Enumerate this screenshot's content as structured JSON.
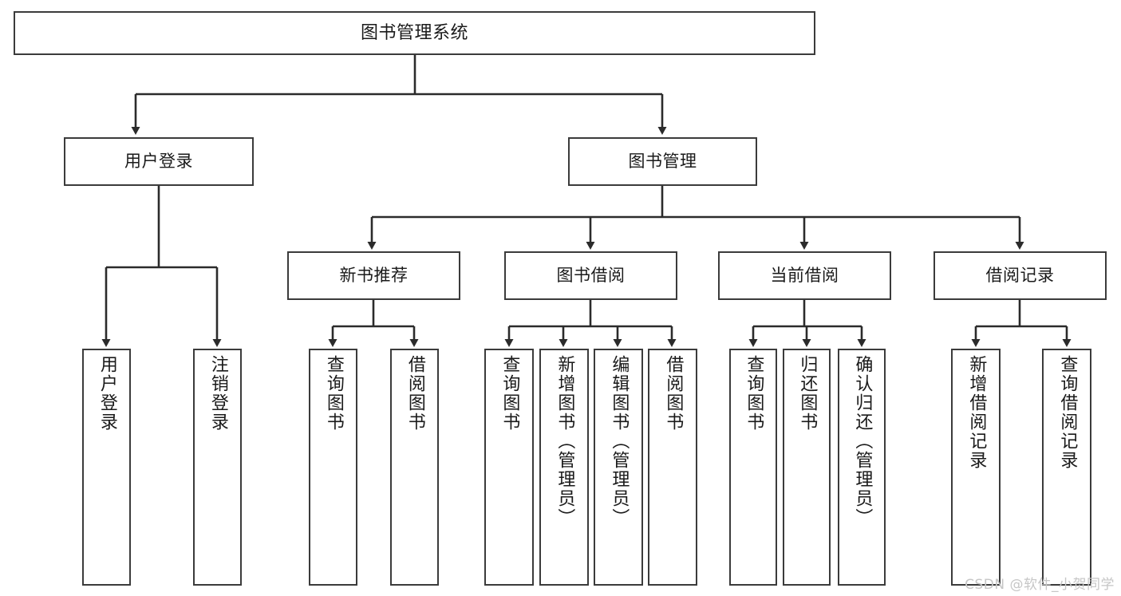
{
  "diagram": {
    "title": "图书管理系统",
    "type": "tree-hierarchy",
    "colors": {
      "box_border": "#3b3b3b",
      "box_fill": "#ffffff",
      "edge": "#2b2b2b",
      "text": "#1a1a1a",
      "watermark": "#c6c6c6",
      "background": "#ffffff"
    },
    "nodes": {
      "root": {
        "label": "图书管理系统"
      },
      "level2": [
        {
          "label": "用户登录"
        },
        {
          "label": "图书管理"
        }
      ],
      "level3": [
        {
          "label": "新书推荐"
        },
        {
          "label": "图书借阅"
        },
        {
          "label": "当前借阅"
        },
        {
          "label": "借阅记录"
        }
      ],
      "leaves": {
        "user_login": [
          {
            "label": "用户登录"
          },
          {
            "label": "注销登录"
          }
        ],
        "new_book_recommend": [
          {
            "label": "查询图书"
          },
          {
            "label": "借阅图书"
          }
        ],
        "book_borrow": [
          {
            "label": "查询图书"
          },
          {
            "label": "新增图书（管理员）"
          },
          {
            "label": "编辑图书（管理员）"
          },
          {
            "label": "借阅图书"
          }
        ],
        "current_borrow": [
          {
            "label": "查询图书"
          },
          {
            "label": "归还图书"
          },
          {
            "label": "确认归还（管理员）"
          }
        ],
        "borrow_record": [
          {
            "label": "新增借阅记录"
          },
          {
            "label": "查询借阅记录"
          }
        ]
      }
    },
    "watermark": "CSDN @软件_小贺同学"
  }
}
